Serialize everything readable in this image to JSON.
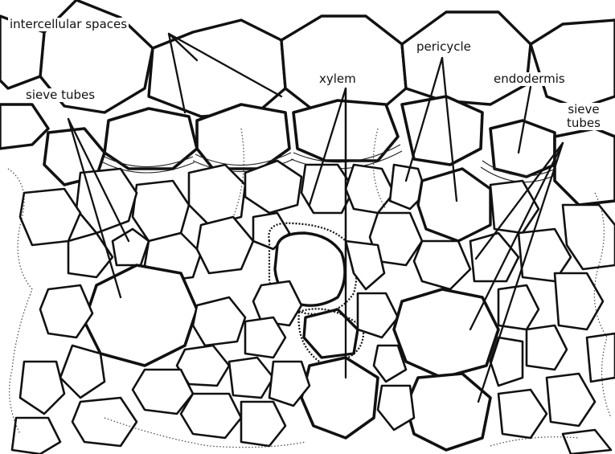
{
  "labels": {
    "intercellular_spaces": "intercellular spaces",
    "sieve_tubes_left": "sieve tubes",
    "xylem": "xylem",
    "pericycle": "pericycle",
    "endodermis": "endodermis",
    "sieve_tubes_right_line1": "sieve",
    "sieve_tubes_right_line2": "tubes"
  }
}
